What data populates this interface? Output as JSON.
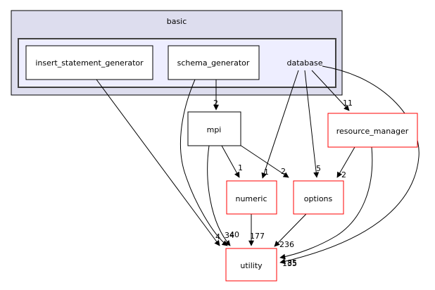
{
  "graph": {
    "parent_cluster": {
      "label": "basic"
    },
    "current_dir": {
      "label": "database"
    },
    "nodes": {
      "insert_statement_generator": {
        "label": "insert_statement_generator"
      },
      "schema_generator": {
        "label": "schema_generator"
      },
      "mpi": {
        "label": "mpi"
      },
      "resource_manager": {
        "label": "resource_manager"
      },
      "numeric": {
        "label": "numeric"
      },
      "options": {
        "label": "options"
      },
      "utility": {
        "label": "utility"
      }
    },
    "edges": [
      {
        "from": "schema_generator",
        "to": "mpi",
        "count": "2"
      },
      {
        "from": "database",
        "to": "resource_manager",
        "count": "11"
      },
      {
        "from": "mpi",
        "to": "numeric",
        "count": "1"
      },
      {
        "from": "database",
        "to": "numeric",
        "count": "1"
      },
      {
        "from": "mpi",
        "to": "options",
        "count": "2"
      },
      {
        "from": "database",
        "to": "options",
        "count": "5"
      },
      {
        "from": "resource_manager",
        "to": "options",
        "count": "2"
      },
      {
        "from": "insert_statement_generator",
        "to": "utility",
        "count": "4"
      },
      {
        "from": "schema_generator",
        "to": "utility",
        "count": "34"
      },
      {
        "from": "mpi",
        "to": "utility",
        "count": "40"
      },
      {
        "from": "numeric",
        "to": "utility",
        "count": "177"
      },
      {
        "from": "options",
        "to": "utility",
        "count": "236"
      },
      {
        "from": "database",
        "to": "utility",
        "count": "135"
      },
      {
        "from": "resource_manager",
        "to": "utility",
        "count": "85"
      }
    ],
    "colors": {
      "parent_cluster_fill": "#ddddee",
      "current_cluster_fill": "#eeeeff",
      "normal_node_border": "#000000",
      "truncated_node_border": "#ff0000",
      "edge_color": "#000000",
      "background": "#ffffff"
    }
  }
}
